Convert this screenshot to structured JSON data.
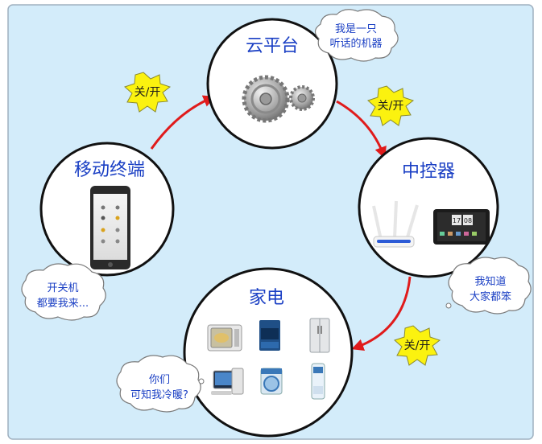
{
  "nodes": {
    "cloud_platform": {
      "title": "云平台",
      "icon": "gear-icon"
    },
    "controller": {
      "title": "中控器",
      "icons": [
        "router-icon",
        "tablet-icon"
      ],
      "tablet_clock": [
        "17",
        "08"
      ]
    },
    "appliances": {
      "title": "家电",
      "icons": [
        "microwave-icon",
        "stove-icon",
        "refrigerator-icon",
        "computer-icon",
        "washing-machine-icon",
        "air-conditioner-icon"
      ]
    },
    "mobile": {
      "title": "移动终端",
      "icon": "smartphone-icon"
    }
  },
  "starbursts": {
    "top_left": "关/开",
    "top_right": "关/开",
    "bottom_right": "关/开"
  },
  "bubbles": {
    "cloud": [
      "我是一只",
      "听话的机器"
    ],
    "controller": [
      "我知道",
      "大家都笨"
    ],
    "appliances": [
      "你们",
      "可知我冷暖?"
    ],
    "mobile": [
      "开关机",
      "都要我来..."
    ]
  },
  "colors": {
    "panel_bg": "#d3ecfa",
    "panel_border": "#9fb0bf",
    "title_text": "#1a3fc4",
    "arrow": "#e01b1b",
    "starburst_fill": "#fbf20f",
    "bubble_text": "#1a3fc4"
  }
}
